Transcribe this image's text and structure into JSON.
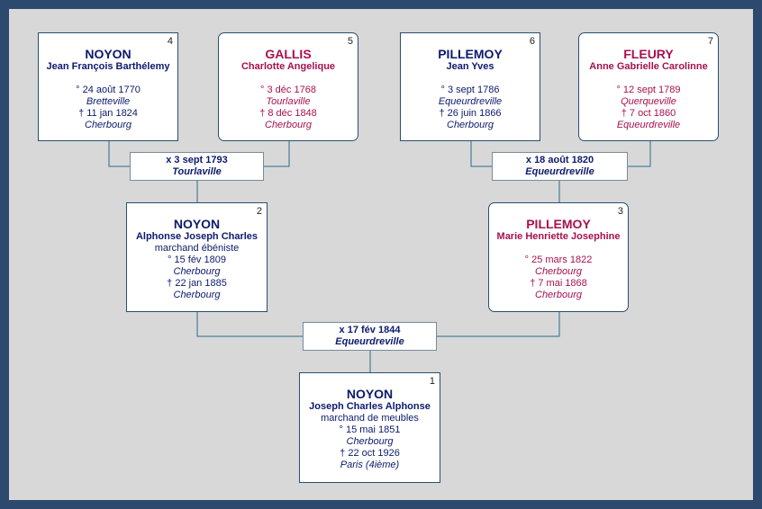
{
  "colors": {
    "male": "#0c1a6c",
    "female": "#a8104f",
    "line": "#2a6a8a",
    "frame": "#2d4a6e",
    "background": "#d8d8d8"
  },
  "persons": {
    "p1": {
      "number": "1",
      "surname": "NOYON",
      "given": "Joseph Charles Alphonse",
      "occupation": "marchand de meubles",
      "birth": "° 15 mai 1851",
      "birth_place": "Cherbourg",
      "death": "† 22 oct 1926",
      "death_place": "Paris (4ième)"
    },
    "p2": {
      "number": "2",
      "surname": "NOYON",
      "given": "Alphonse Joseph Charles",
      "occupation": "marchand ébéniste",
      "birth": "° 15 fév 1809",
      "birth_place": "Cherbourg",
      "death": "† 22 jan 1885",
      "death_place": "Cherbourg"
    },
    "p3": {
      "number": "3",
      "surname": "PILLEMOY",
      "given": "Marie Henriette Josephine",
      "birth": "° 25 mars 1822",
      "birth_place": "Cherbourg",
      "death": "† 7 mai 1868",
      "death_place": "Cherbourg"
    },
    "p4": {
      "number": "4",
      "surname": "NOYON",
      "given": "Jean François Barthélemy",
      "birth": "° 24 août 1770",
      "birth_place": "Bretteville",
      "death": "† 11 jan 1824",
      "death_place": "Cherbourg"
    },
    "p5": {
      "number": "5",
      "surname": "GALLIS",
      "given": "Charlotte Angelique",
      "birth": "° 3 déc 1768",
      "birth_place": "Tourlaville",
      "death": "† 8 déc 1848",
      "death_place": "Cherbourg"
    },
    "p6": {
      "number": "6",
      "surname": "PILLEMOY",
      "given": "Jean Yves",
      "birth": "° 3 sept 1786",
      "birth_place": "Equeurdreville",
      "death": "† 26 juin 1866",
      "death_place": "Cherbourg"
    },
    "p7": {
      "number": "7",
      "surname": "FLEURY",
      "given": "Anne Gabrielle Carolinne",
      "birth": "° 12 sept 1789",
      "birth_place": "Querqueville",
      "death": "† 7 oct 1860",
      "death_place": "Equeurdreville"
    }
  },
  "marriages": {
    "m45": {
      "date": "x 3 sept 1793",
      "place": "Tourlaville"
    },
    "m67": {
      "date": "x 18 août 1820",
      "place": "Equeurdreville"
    },
    "m23": {
      "date": "x 17 fév 1844",
      "place": "Equeurdreville"
    }
  }
}
